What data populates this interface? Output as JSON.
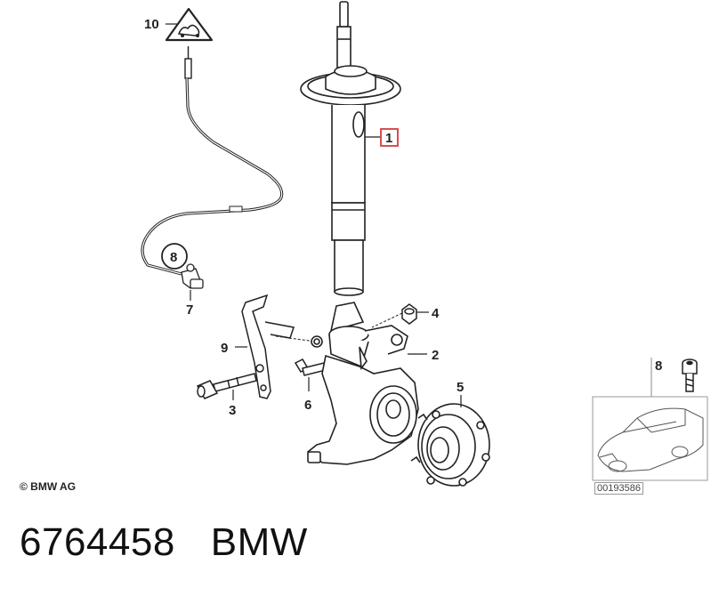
{
  "callouts": {
    "c1": "1",
    "c2": "2",
    "c3": "3",
    "c4": "4",
    "c5": "5",
    "c6": "6",
    "c7": "7",
    "c8": "8",
    "c9": "9",
    "c10": "10",
    "c8_inset": "8"
  },
  "highlight_color": "#d63b3b",
  "copyright": "© BMW AG",
  "document_number": "00193586",
  "caption": {
    "part_number": "6764458",
    "brand": "BMW"
  }
}
